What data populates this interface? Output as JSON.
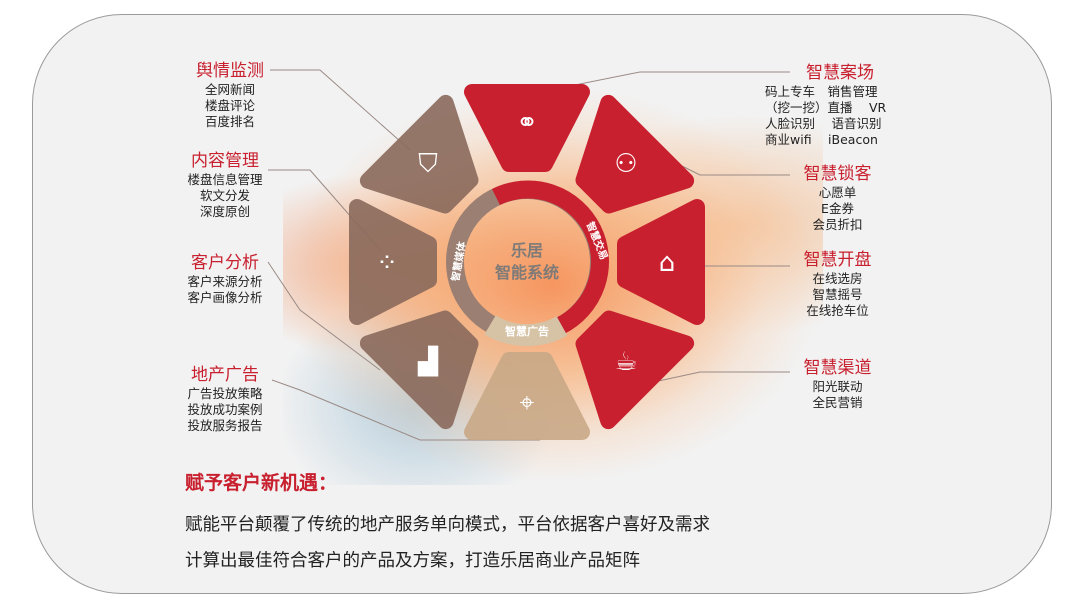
{
  "center": {
    "title_line1": "乐居",
    "title_line2": "智能系统",
    "arc_left": "智慧媒体",
    "arc_right": "智慧交易",
    "arc_bottom": "智慧广告"
  },
  "left_groups": [
    {
      "title": "舆情监测",
      "items": [
        "全网新闻",
        "楼盘评论",
        "百度排名"
      ]
    },
    {
      "title": "内容管理",
      "items": [
        "楼盘信息管理",
        "软文分发",
        "深度原创"
      ]
    },
    {
      "title": "客户分析",
      "items": [
        "客户来源分析",
        "客户画像分析"
      ]
    },
    {
      "title": "地产广告",
      "items": [
        "广告投放策略",
        "投放成功案例",
        "投放服务报告"
      ]
    }
  ],
  "right_groups": [
    {
      "title": "智慧案场",
      "items": [
        "码上专车　销售管理",
        "（挖一挖）直播　 VR",
        "人脸识别　 语音识别",
        "商业wifi　 iBeacon"
      ]
    },
    {
      "title": "智慧锁客",
      "items": [
        "心愿单",
        "E金券",
        "会员折扣"
      ]
    },
    {
      "title": "智慧开盘",
      "items": [
        "在线选房",
        "智慧摇号",
        "在线抢车位"
      ]
    },
    {
      "title": "智慧渠道",
      "items": [
        "阳光联动",
        "全民营销"
      ]
    }
  ],
  "tiles": [
    {
      "icon": "balloon-icon",
      "color": "#c8202f"
    },
    {
      "icon": "user-lock-icon",
      "color": "#c8202f"
    },
    {
      "icon": "bank-icon",
      "color": "#c8202f"
    },
    {
      "icon": "coffee-cup-icon",
      "color": "#c8202f"
    },
    {
      "icon": "target-icon",
      "color": "#c9a987"
    },
    {
      "icon": "bar-chart-icon",
      "color": "#8a6a5c"
    },
    {
      "icon": "apps-icon",
      "color": "#8a6a5c"
    },
    {
      "icon": "shield-pulse-icon",
      "color": "#8a6a5c"
    }
  ],
  "bottom": {
    "heading": "赋予客户新机遇：",
    "line1": "赋能平台颠覆了传统的地产服务单向模式，平台依据客户喜好及需求",
    "line2": "计算出最佳符合客户的产品及方案，打造乐居商业产品矩阵"
  }
}
